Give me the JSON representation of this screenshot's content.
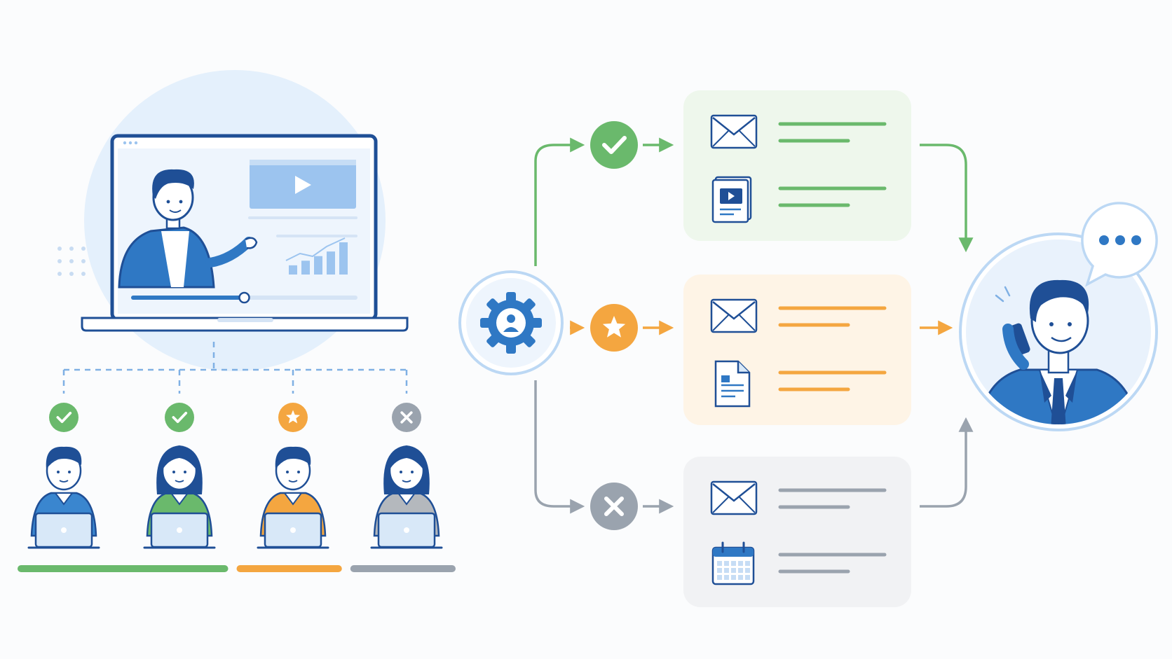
{
  "colors": {
    "primary": "#2f78c4",
    "primary_dark": "#1f4f96",
    "primary_light": "#9cc4ef",
    "halo": "#e4f0fc",
    "success": "#6ab96c",
    "success_bg": "#eef7ec",
    "highlight": "#f4a640",
    "highlight_bg": "#fef4e6",
    "neutral": "#9aa3ae",
    "neutral_bg": "#f1f2f4",
    "line": "#ffffff"
  },
  "webinar": {
    "presenter": "person-icon",
    "video": "play-icon",
    "chart": "bar-chart-icon",
    "progress": 0.5,
    "bar_values": [
      2,
      3,
      4,
      5,
      7
    ]
  },
  "attendees": [
    {
      "status": "success",
      "status_icon": "check-icon",
      "shirt": "#3a86cf",
      "hair": "long-female-hair-no"
    },
    {
      "status": "success",
      "status_icon": "check-icon",
      "shirt": "#6ab96c",
      "hair": "long"
    },
    {
      "status": "highlight",
      "status_icon": "star-icon",
      "shirt": "#f4a640",
      "hair": "short"
    },
    {
      "status": "neutral",
      "status_icon": "x-icon",
      "shirt": "#b4b8bd",
      "hair": "long"
    }
  ],
  "segment_bars": [
    {
      "status": "success",
      "share": 2
    },
    {
      "status": "highlight",
      "share": 1
    },
    {
      "status": "neutral",
      "share": 1
    }
  ],
  "hub": {
    "icon": "gear-person-icon"
  },
  "branches": [
    {
      "status": "success",
      "status_icon": "check-icon",
      "items": [
        {
          "icon": "envelope-icon"
        },
        {
          "icon": "video-document-icon"
        }
      ]
    },
    {
      "status": "highlight",
      "status_icon": "star-icon",
      "items": [
        {
          "icon": "envelope-icon"
        },
        {
          "icon": "document-icon"
        }
      ]
    },
    {
      "status": "neutral",
      "status_icon": "x-icon",
      "items": [
        {
          "icon": "envelope-icon"
        },
        {
          "icon": "calendar-icon"
        }
      ]
    }
  ],
  "sales_rep": {
    "icon": "phone-call-person-icon",
    "bubble": "speech-bubble-ellipsis-icon"
  }
}
